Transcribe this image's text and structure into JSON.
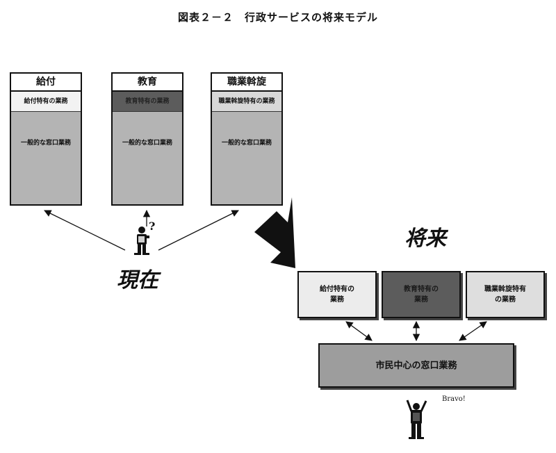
{
  "title": "図表２－２　行政サービスの将来モデル",
  "current": {
    "label": "現在",
    "columns": [
      {
        "header": "給付",
        "special": "給付特有の業務",
        "general": "一般的な窓口業務"
      },
      {
        "header": "教育",
        "special": "教育特有の業務",
        "general": "一般的な窓口業務"
      },
      {
        "header": "職業斡旋",
        "special": "職業斡旋特有の業務",
        "general": "一般的な窓口業務"
      }
    ],
    "person_mark": "?"
  },
  "future": {
    "label": "将来",
    "specialized": [
      {
        "line1": "給付特有の",
        "line2": "業務"
      },
      {
        "line1": "教育特有の",
        "line2": "業務"
      },
      {
        "line1": "職業斡旋特有",
        "line2": "の業務"
      }
    ],
    "central": "市民中心の窓口業務",
    "speech": "Bravo!"
  },
  "colors": {
    "general_gray": "#b4b4b4",
    "light_box": "#ececec",
    "dark_box": "#5c5c5c",
    "center_box": "#9d9d9d",
    "line": "#111111"
  }
}
